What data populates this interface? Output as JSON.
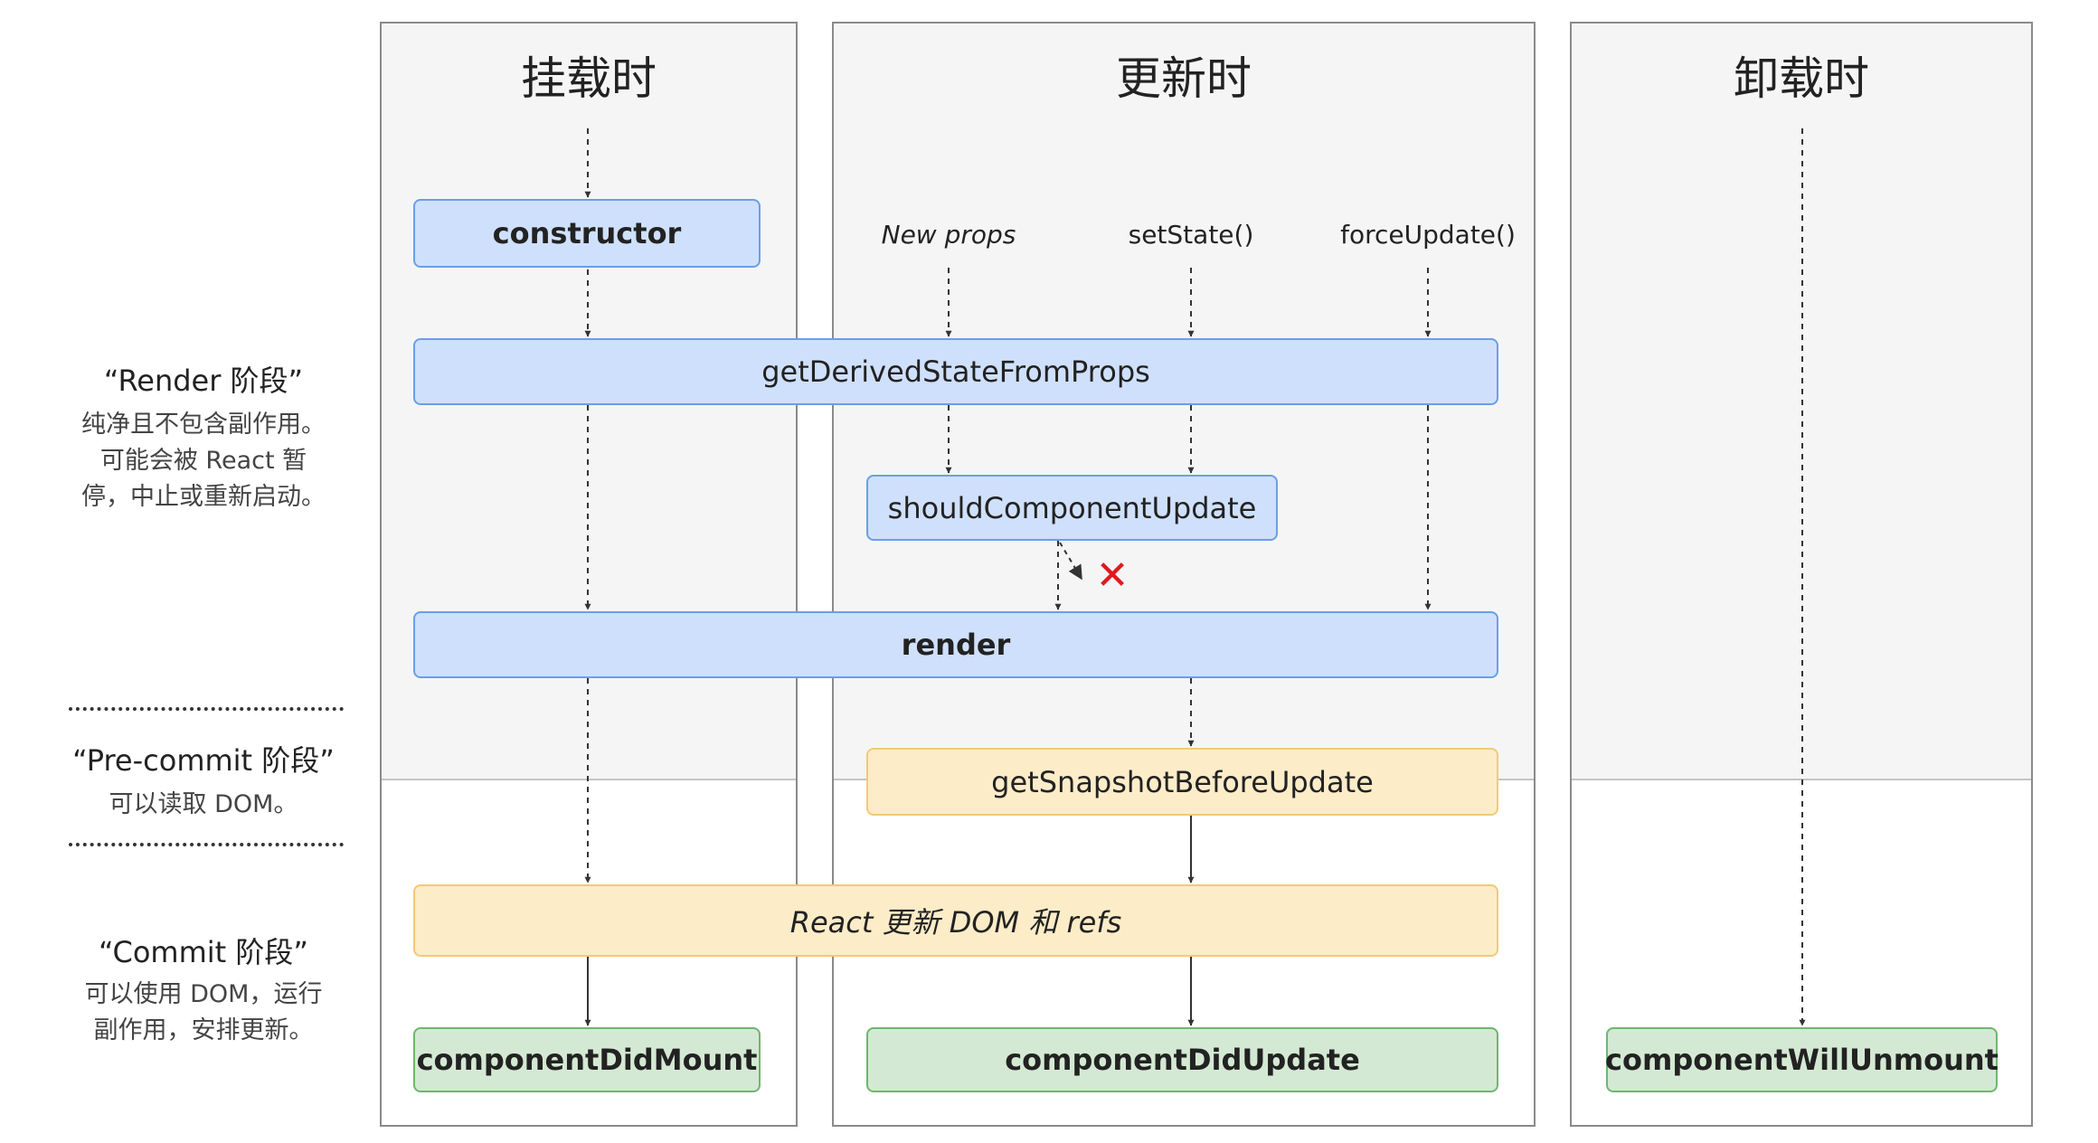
{
  "columns": {
    "mount": {
      "title": "挂载时"
    },
    "update": {
      "title": "更新时"
    },
    "unmount": {
      "title": "卸载时"
    }
  },
  "triggers": {
    "new_props": "New props",
    "set_state": "setState()",
    "force_update": "forceUpdate()"
  },
  "methods": {
    "constructor": "constructor",
    "get_derived_state_from_props": "getDerivedStateFromProps",
    "should_component_update": "shouldComponentUpdate",
    "render": "render",
    "get_snapshot_before_update": "getSnapshotBeforeUpdate",
    "react_updates_dom": "React 更新 DOM 和 refs",
    "component_did_mount": "componentDidMount",
    "component_did_update": "componentDidUpdate",
    "component_will_unmount": "componentWillUnmount"
  },
  "phases": {
    "render": {
      "title": "“Render 阶段”",
      "desc_lines": [
        "纯净且不包含副作用。",
        "可能会被 React 暂",
        "停，中止或重新启动。"
      ]
    },
    "precommit": {
      "title": "“Pre-commit 阶段”",
      "desc_lines": [
        "可以读取 DOM。"
      ]
    },
    "commit": {
      "title": "“Commit 阶段”",
      "desc_lines": [
        "可以使用 DOM，运行",
        "副作用，安排更新。"
      ]
    }
  },
  "colors": {
    "render_fill": "#cfe0fc",
    "render_border": "#6b9ee8",
    "precommit_fill": "#fdecc8",
    "precommit_border": "#f3c978",
    "commit_fill": "#d4e9d3",
    "commit_border": "#6fb66f",
    "column_background": "#f5f5f5",
    "cancel_mark": "#e0191e"
  },
  "icons": {
    "cancel": "cross-mark-icon"
  }
}
